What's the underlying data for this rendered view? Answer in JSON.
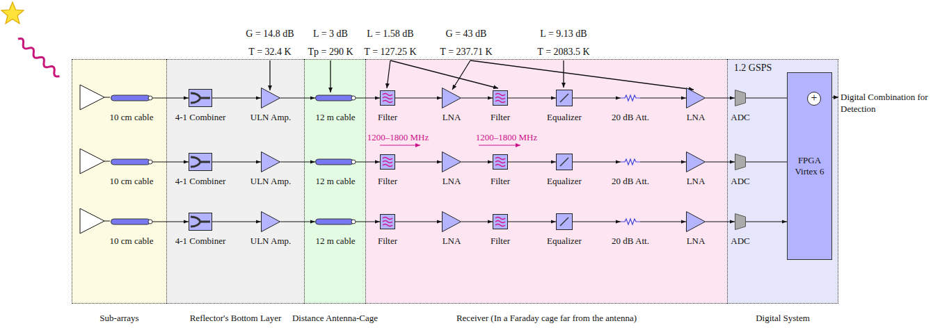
{
  "diagram": {
    "nodes": [
      {
        "text": [
          "Sub-arrays"
        ]
      },
      {
        "text": [
          "Reflector's Bottom Layer"
        ]
      },
      {
        "text": [
          "Distance Antenna-Cage"
        ]
      },
      {
        "text": [
          "Receiver (In a Faraday cage far from the antenna)"
        ]
      },
      {
        "text": [
          "Digital System"
        ]
      },
      {
        "text": [
          "10 cm cable"
        ],
        "in": 0
      },
      {
        "text": [
          "4-1 Combiner"
        ],
        "in": 1
      },
      {
        "text": [
          "ULN Amp."
        ],
        "in": 1
      },
      {
        "text": [
          "12 m cable"
        ],
        "in": 2
      },
      {
        "text": [
          "Filter"
        ],
        "in": 3
      },
      {
        "text": [
          "LNA"
        ],
        "in": 3
      },
      {
        "text": [
          "Filter"
        ],
        "in": 3
      },
      {
        "text": [
          "Equalizer"
        ],
        "in": 3
      },
      {
        "text": [
          "20 dB Att."
        ],
        "in": 3
      },
      {
        "text": [
          "LNA"
        ],
        "in": 3
      },
      {
        "text": [
          "ADC"
        ],
        "in": 4
      },
      {
        "text": [
          "10 cm cable"
        ],
        "in": 0
      },
      {
        "text": [
          "4-1 Combiner"
        ],
        "in": 1
      },
      {
        "text": [
          "ULN Amp."
        ],
        "in": 1
      },
      {
        "text": [
          "12 m cable"
        ],
        "in": 2
      },
      {
        "text": [
          "Filter"
        ],
        "in": 3
      },
      {
        "text": [
          "LNA"
        ],
        "in": 3
      },
      {
        "text": [
          "Filter"
        ],
        "in": 3
      },
      {
        "text": [
          "Equalizer"
        ],
        "in": 3
      },
      {
        "text": [
          "20 dB Att."
        ],
        "in": 3
      },
      {
        "text": [
          "LNA"
        ],
        "in": 3
      },
      {
        "text": [
          "ADC"
        ],
        "in": 4
      },
      {
        "text": [
          "10 cm cable"
        ],
        "in": 0
      },
      {
        "text": [
          "4-1 Combiner"
        ],
        "in": 1
      },
      {
        "text": [
          "ULN Amp."
        ],
        "in": 1
      },
      {
        "text": [
          "12 m cable"
        ],
        "in": 2
      },
      {
        "text": [
          "Filter"
        ],
        "in": 3
      },
      {
        "text": [
          "LNA"
        ],
        "in": 3
      },
      {
        "text": [
          "Filter"
        ],
        "in": 3
      },
      {
        "text": [
          "Equalizer"
        ],
        "in": 3
      },
      {
        "text": [
          "20 dB Att."
        ],
        "in": 3
      },
      {
        "text": [
          "LNA"
        ],
        "in": 3
      },
      {
        "text": [
          "ADC"
        ],
        "in": 4
      },
      {
        "text": [
          "FPGA Virtex 6"
        ],
        "in": 4
      },
      {
        "text": [
          "+"
        ],
        "in": 38
      }
    ],
    "edges": [
      {
        "from": 5,
        "to": 6,
        "arrow": "to"
      },
      {
        "from": 6,
        "to": 7,
        "arrow": "to"
      },
      {
        "from": 7,
        "to": 8,
        "arrow": "to"
      },
      {
        "from": 8,
        "to": 9,
        "arrow": "to"
      },
      {
        "from": 9,
        "to": 10,
        "arrow": "to"
      },
      {
        "from": 10,
        "to": 11,
        "arrow": "to"
      },
      {
        "from": 11,
        "to": 12,
        "arrow": "to"
      },
      {
        "from": 12,
        "to": 13,
        "arrow": "to"
      },
      {
        "from": 13,
        "to": 14,
        "arrow": "to"
      },
      {
        "from": 14,
        "to": 15,
        "arrow": "to"
      },
      {
        "from": 15,
        "to": 39,
        "arrow": "to"
      },
      {
        "from": 16,
        "to": 17,
        "arrow": "to"
      },
      {
        "from": 17,
        "to": 18,
        "arrow": "to"
      },
      {
        "from": 18,
        "to": 19,
        "arrow": "to"
      },
      {
        "from": 19,
        "to": 20,
        "arrow": "to"
      },
      {
        "from": 20,
        "to": 21,
        "arrow": "to"
      },
      {
        "from": 21,
        "to": 22,
        "arrow": "to"
      },
      {
        "from": 22,
        "to": 23,
        "arrow": "to"
      },
      {
        "from": 23,
        "to": 24,
        "arrow": "to"
      },
      {
        "from": 24,
        "to": 25,
        "arrow": "to"
      },
      {
        "from": 25,
        "to": 26,
        "arrow": "to"
      },
      {
        "from": 26,
        "to": 39,
        "arrow": "to"
      },
      {
        "from": 27,
        "to": 28,
        "arrow": "to"
      },
      {
        "from": 28,
        "to": 29,
        "arrow": "to"
      },
      {
        "from": 29,
        "to": 30,
        "arrow": "to"
      },
      {
        "from": 30,
        "to": 31,
        "arrow": "to"
      },
      {
        "from": 31,
        "to": 32,
        "arrow": "to"
      },
      {
        "from": 32,
        "to": 33,
        "arrow": "to"
      },
      {
        "from": 33,
        "to": 34,
        "arrow": "to"
      },
      {
        "from": 34,
        "to": 35,
        "arrow": "to"
      },
      {
        "from": 35,
        "to": 36,
        "arrow": "to"
      },
      {
        "from": 36,
        "to": 37,
        "arrow": "to"
      },
      {
        "from": 37,
        "to": 38,
        "arrow": "to"
      }
    ],
    "labels": [
      "G = 14.8 dB",
      "T = 32.4 K",
      "L = 3 dB",
      "Tp = 290 K",
      "L = 1.58 dB",
      "T = 127.25 K",
      "G = 43 dB",
      "T = 237.71 K",
      "L = 9.13 dB",
      "T = 2083.5 K",
      "1.2 GSPS",
      "1200–1800 MHz",
      "1200–1800 MHz",
      "Digital Combination for Detection"
    ]
  }
}
